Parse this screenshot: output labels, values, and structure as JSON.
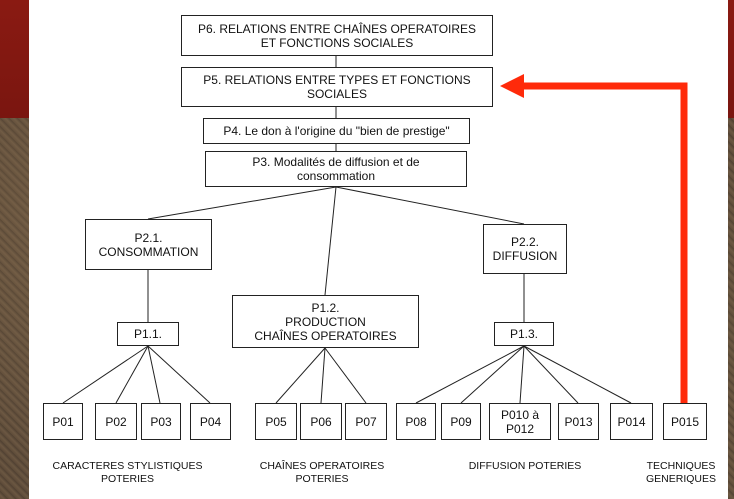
{
  "colors": {
    "arrow": "#ff2a0a",
    "line": "#222222",
    "box_border": "#222222"
  },
  "boxes": {
    "p6": "P6. RELATIONS ENTRE CHAÎNES OPERATOIRES\nET FONCTIONS SOCIALES",
    "p5": "P5. RELATIONS ENTRE TYPES ET FONCTIONS\nSOCIALES",
    "p4": "P4. Le don à l'origine du \"bien de prestige\"",
    "p3": "P3. Modalités de diffusion et de\nconsommation",
    "p21": "P2.1.\nCONSOMMATION",
    "p22": "P2.2.\nDIFFUSION",
    "p12": "P1.2.\nPRODUCTION\nCHAÎNES OPERATOIRES",
    "p11": "P1.1.",
    "p13": "P1.3."
  },
  "leaves": {
    "p01": "P01",
    "p02": "P02",
    "p03": "P03",
    "p04": "P04",
    "p05": "P05",
    "p06": "P06",
    "p07": "P07",
    "p08": "P08",
    "p09": "P09",
    "p010": "P010 à\nP012",
    "p013": "P013",
    "p014": "P014",
    "p015": "P015"
  },
  "captions": {
    "stylistic": "CARACTERES STYLISTIQUES\nPOTERIES",
    "chains": "CHAÎNES OPERATOIRES\nPOTERIES",
    "diffusion": "DIFFUSION POTERIES",
    "techniques": "TECHNIQUES\nGENERIQUES"
  }
}
